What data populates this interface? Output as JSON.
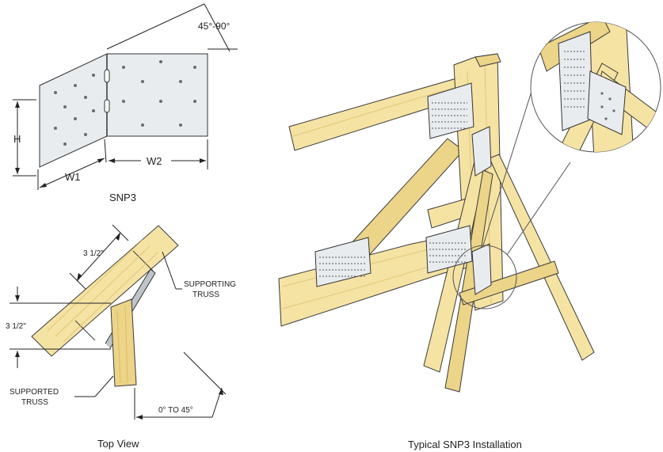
{
  "labels": {
    "angle": "45°-90°",
    "h": "H",
    "w1": "W1",
    "w2": "W2",
    "part_name": "SNP3",
    "dim_top": "3 1/2\"",
    "dim_left": "3 1/2\"",
    "supporting_1": "SUPPORTING",
    "supporting_2": "TRUSS",
    "supported_1": "SUPPORTED",
    "supported_2": "TRUSS",
    "angle_range": "0° TO 45°",
    "top_view_caption": "Top View",
    "install_caption": "Typical SNP3 Installation"
  },
  "colors": {
    "wood": "#f5e3a4",
    "wood_dark": "#ecd488",
    "plate": "#e9ecef",
    "line": "#222222"
  }
}
